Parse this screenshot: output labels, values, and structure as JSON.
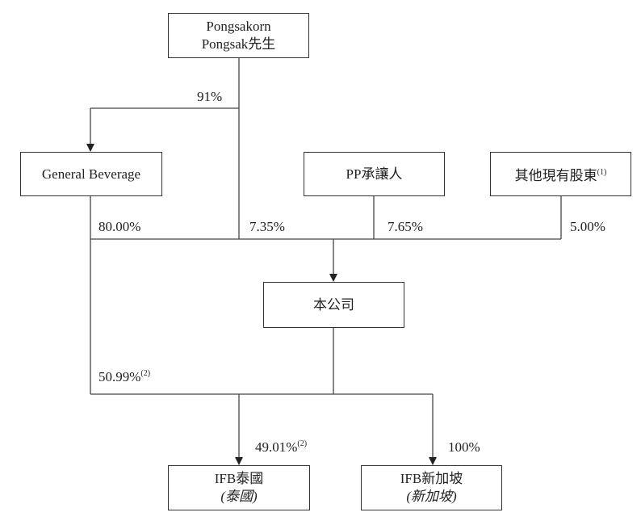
{
  "entities": {
    "pongsakorn": {
      "line1": "Pongsakorn",
      "line2": "Pongsak先生"
    },
    "general_beverage": {
      "name": "General Beverage"
    },
    "pp_assignee": {
      "name": "PP承讓人"
    },
    "other_shareholders": {
      "name": "其他現有股東",
      "note": "(1)"
    },
    "company": {
      "name": "本公司"
    },
    "ifb_thailand": {
      "name": "IFB泰國",
      "sub": "(泰國)"
    },
    "ifb_singapore": {
      "name": "IFB新加坡",
      "sub": "(新加坡)"
    }
  },
  "ownership": {
    "pongsakorn_to_gb": "91%",
    "gb_to_company": "80.00%",
    "pongsakorn_to_company": "7.35%",
    "pp_to_company": "7.65%",
    "others_to_company": "5.00%",
    "gb_to_ifb_thailand": "50.99%",
    "gb_to_ifb_thailand_note": "(2)",
    "company_to_ifb_thailand": "49.01%",
    "company_to_ifb_thailand_note": "(2)",
    "company_to_ifb_singapore": "100%"
  }
}
